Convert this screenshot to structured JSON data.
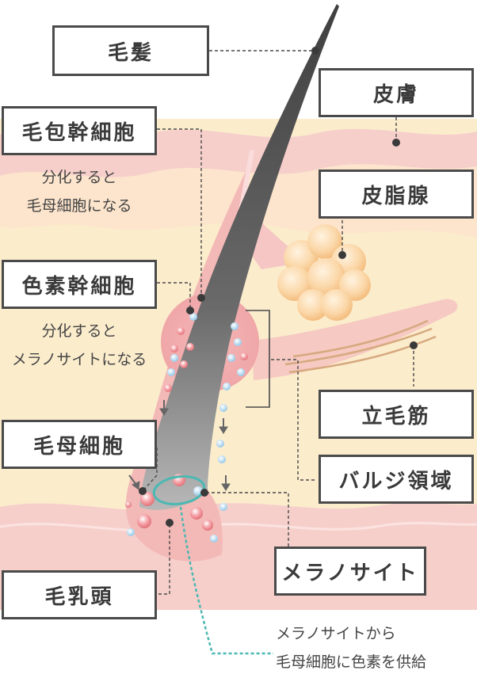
{
  "labels": {
    "hair": "毛髪",
    "skin": "皮膚",
    "hair_follicle_stem_cell": "毛包幹細胞",
    "sebaceous_gland": "皮脂腺",
    "pigment_stem_cell": "色素幹細胞",
    "arrector_pili_muscle": "立毛筋",
    "bulge_region": "バルジ領域",
    "hair_matrix_cell": "毛母細胞",
    "melanocyte": "メラノサイト",
    "dermal_papilla": "毛乳頭"
  },
  "notes": {
    "stem_cell_note": [
      "分化すると",
      "毛母細胞になる"
    ],
    "pigment_note": [
      "分化すると",
      "メラノサイトになる"
    ],
    "supply_note": [
      "メラノサイトから",
      "毛母細胞に色素を供給"
    ]
  },
  "colors": {
    "skin_pink": "#f5c9c6",
    "dermis_yellow": "#fbeccc",
    "follicle_pink": "#f2b2b0",
    "hair_gray": "#555555",
    "gland_orange": "#f8cf9a",
    "muscle_tan": "#d8b08a",
    "melanocyte_blue": "#9ccde8",
    "cell_red": "#ee7f86",
    "supply_teal": "#4cb8b2",
    "leader_line": "#4a4a4a"
  }
}
